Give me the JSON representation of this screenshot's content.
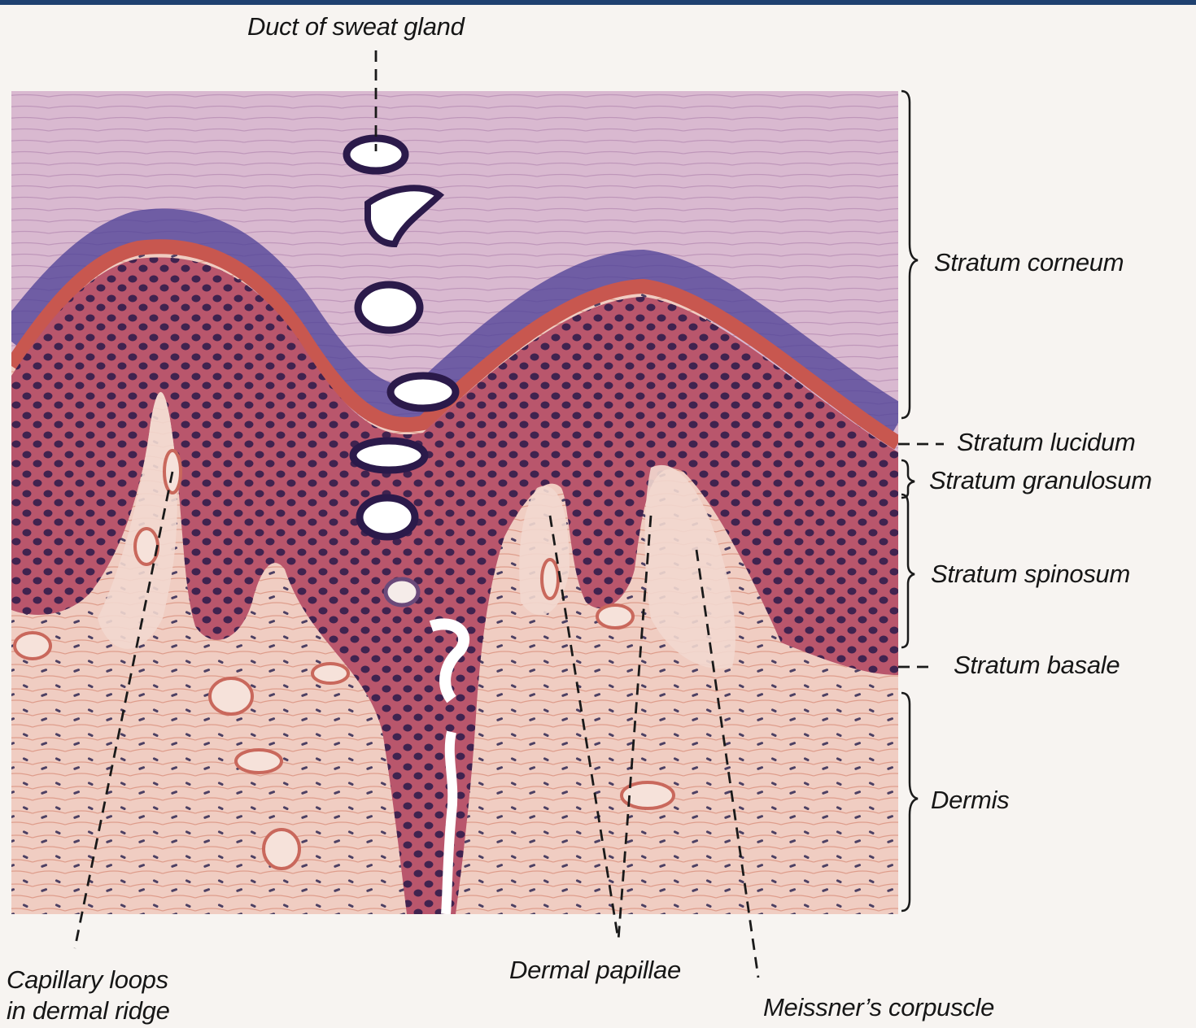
{
  "labels": {
    "duct": "Duct of sweat gland",
    "corneum": "Stratum corneum",
    "lucidum": "Stratum lucidum",
    "granulosum": "Stratum granulosum",
    "spinosum": "Stratum spinosum",
    "basale": "Stratum basale",
    "dermis": "Dermis",
    "capillary_line1": "Capillary loops",
    "capillary_line2": "in dermal ridge",
    "papillae": "Dermal papillae",
    "meissner": "Meissner’s corpuscle"
  },
  "colors": {
    "background": "#f7f4f1",
    "corneum": "#d9b9d0",
    "corneum_dark": "#4b3f96",
    "lucidum": "#c8574f",
    "epidermis": "#b9566c",
    "nuclei": "#2b1a4a",
    "dermis": "#f0cdc2",
    "dermis_fibers": "#d98a7c",
    "duct": "#ffffff",
    "line": "#1a1a1a"
  }
}
